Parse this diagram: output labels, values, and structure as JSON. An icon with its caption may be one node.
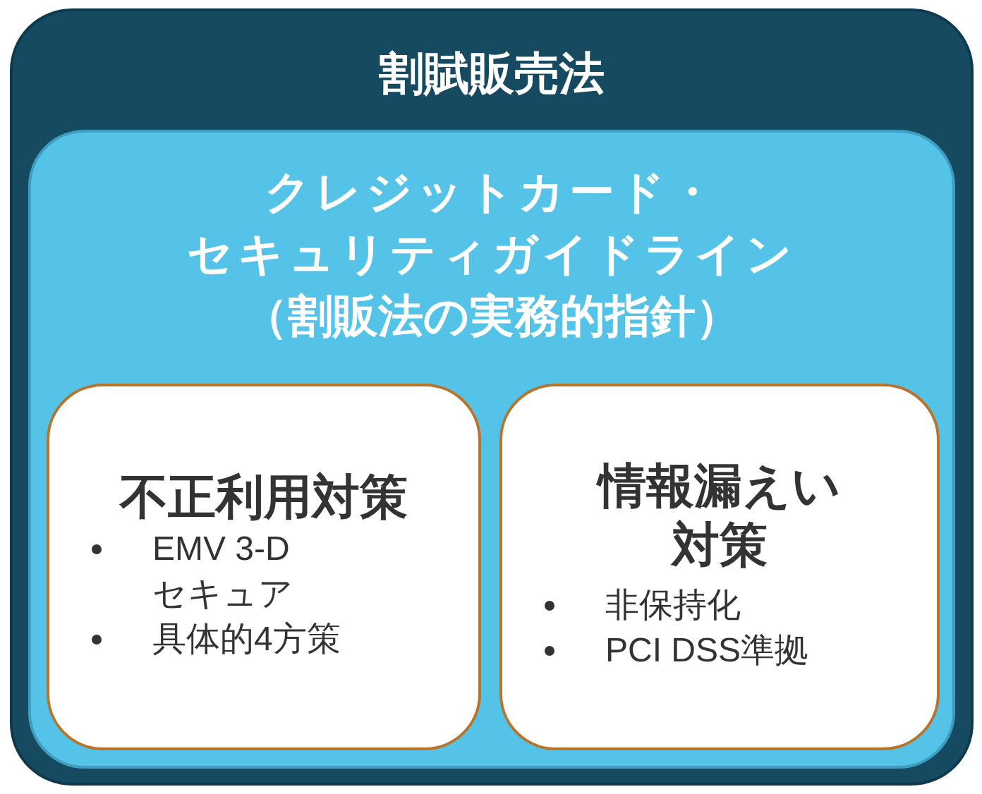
{
  "diagram": {
    "nodes": [
      {
        "text": [
          "割賦販売法"
        ]
      },
      {
        "text": [
          "クレジットカード・セキュリティガイドライン",
          "（割販法の実務的指針）"
        ],
        "in": 0
      },
      {
        "text": [
          "不正利用対策",
          "EMV 3-D セキュア",
          "具体的4方策"
        ],
        "in": 1
      },
      {
        "text": [
          "情報漏えい対策",
          "非保持化",
          "PCI DSS準拠"
        ],
        "in": 1
      }
    ]
  }
}
